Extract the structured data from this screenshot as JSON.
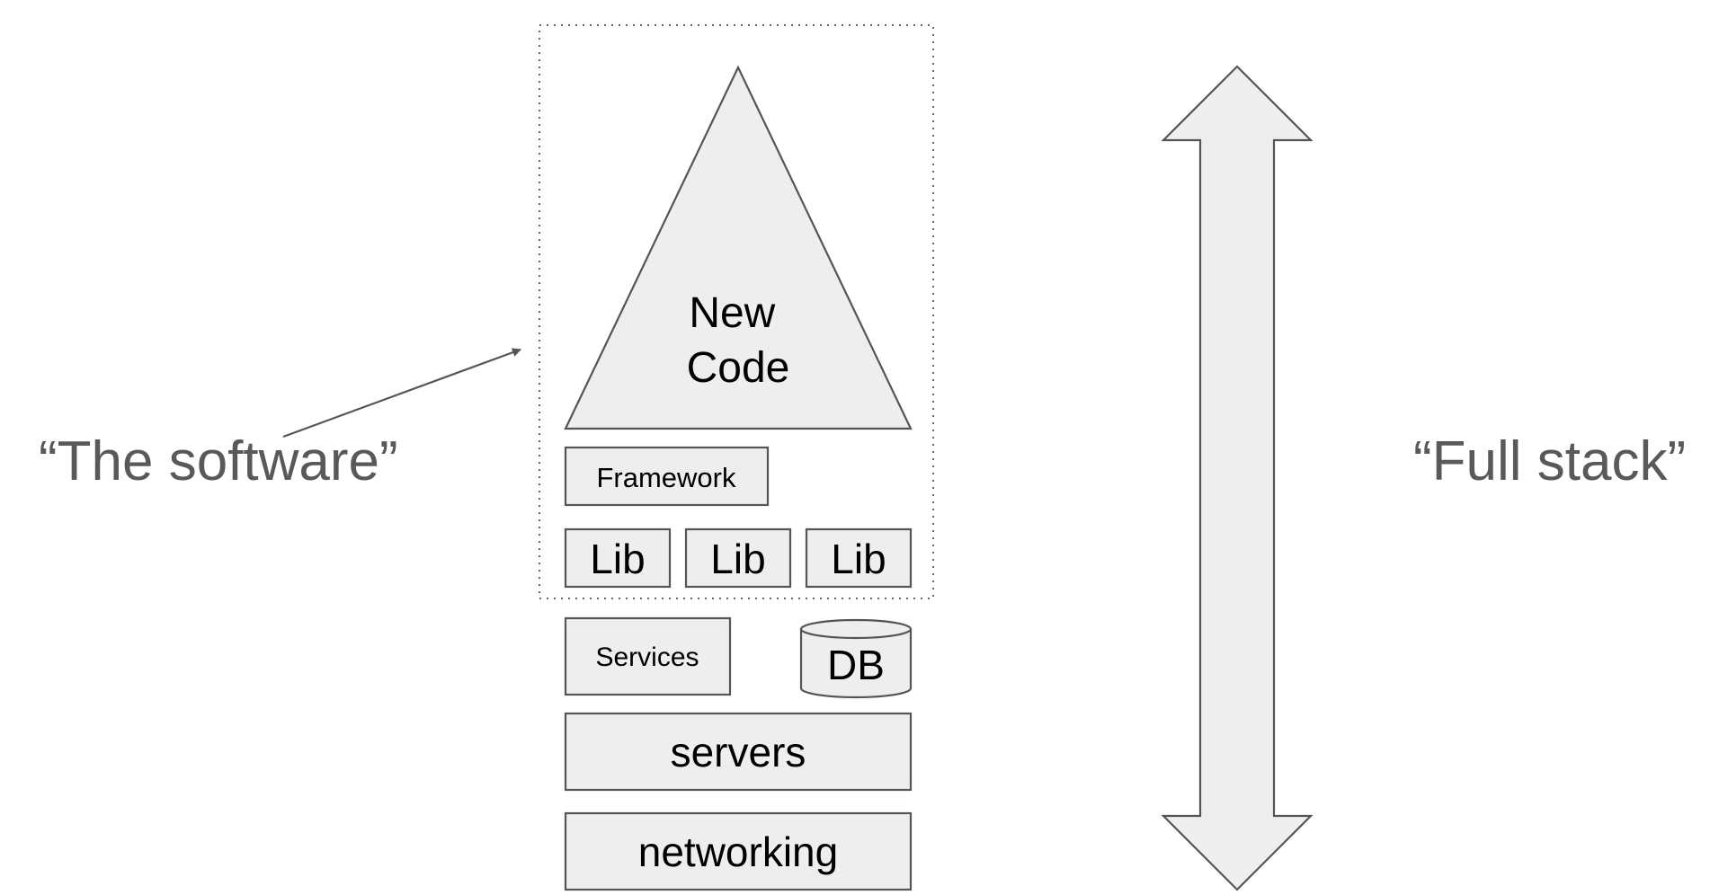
{
  "diagram": {
    "software_label": "“The software”",
    "full_stack_label": "“Full stack”",
    "new_code": [
      "New",
      "Code"
    ],
    "framework": "Framework",
    "libs": [
      "Lib",
      "Lib",
      "Lib"
    ],
    "services": "Services",
    "db": "DB",
    "servers": "servers",
    "networking": "networking"
  },
  "colors": {
    "shape_fill": "#eeeeee",
    "stroke": "#555555",
    "callout_text": "#595959"
  }
}
